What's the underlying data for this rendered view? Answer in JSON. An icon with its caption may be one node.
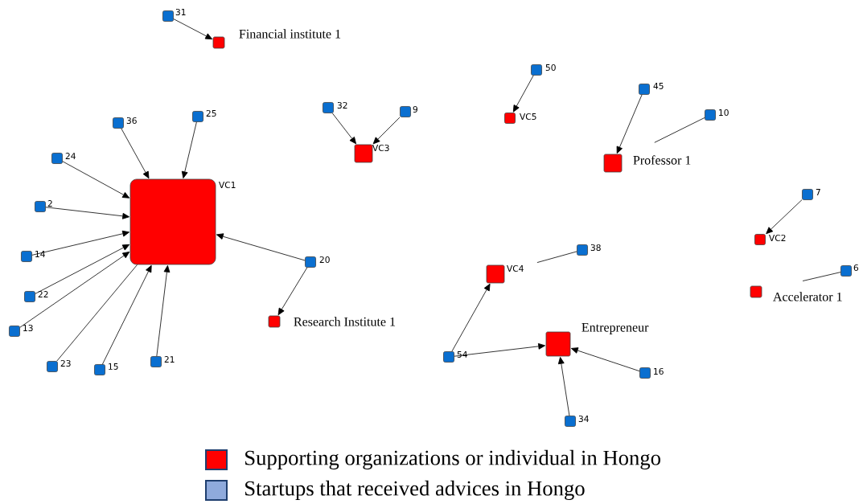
{
  "diagram": {
    "nodes": [
      {
        "text": [
          "31"
        ]
      },
      {
        "text": [
          "Financial institute 1"
        ]
      },
      {
        "text": [
          "50"
        ]
      },
      {
        "text": [
          "45"
        ]
      },
      {
        "text": [
          "32"
        ]
      },
      {
        "text": [
          "9"
        ]
      },
      {
        "text": [
          "10"
        ]
      },
      {
        "text": [
          "VC5"
        ]
      },
      {
        "text": [
          "25"
        ]
      },
      {
        "text": [
          "36"
        ]
      },
      {
        "text": [
          "VC3"
        ]
      },
      {
        "text": [
          "24"
        ]
      },
      {
        "text": [
          "Professor 1"
        ]
      },
      {
        "text": [
          "VC1"
        ]
      },
      {
        "text": [
          "7"
        ]
      },
      {
        "text": [
          "2"
        ]
      },
      {
        "text": [
          "VC2"
        ]
      },
      {
        "text": [
          "38"
        ]
      },
      {
        "text": [
          "14"
        ]
      },
      {
        "text": [
          "20"
        ]
      },
      {
        "text": [
          "6"
        ]
      },
      {
        "text": [
          "VC4"
        ]
      },
      {
        "text": [
          "Accelerator 1"
        ]
      },
      {
        "text": [
          "22"
        ]
      },
      {
        "text": [
          "Research Institute 1"
        ]
      },
      {
        "text": [
          "13"
        ]
      },
      {
        "text": [
          "Entrepreneur"
        ]
      },
      {
        "text": [
          "54"
        ]
      },
      {
        "text": [
          "21"
        ]
      },
      {
        "text": [
          "23"
        ]
      },
      {
        "text": [
          "15"
        ]
      },
      {
        "text": [
          "16"
        ]
      },
      {
        "text": [
          "34"
        ]
      }
    ],
    "edges": [
      {
        "from": 0,
        "to": 1,
        "arrow": "to"
      },
      {
        "from": 2,
        "to": 7,
        "arrow": "to"
      },
      {
        "from": 3,
        "to": 12,
        "arrow": "to"
      },
      {
        "from": 6,
        "to": 12,
        "arrow": "none"
      },
      {
        "from": 4,
        "to": 10,
        "arrow": "to"
      },
      {
        "from": 5,
        "to": 10,
        "arrow": "to"
      },
      {
        "from": 9,
        "to": 13,
        "arrow": "to"
      },
      {
        "from": 8,
        "to": 13,
        "arrow": "to"
      },
      {
        "from": 11,
        "to": 13,
        "arrow": "to"
      },
      {
        "from": 15,
        "to": 13,
        "arrow": "to"
      },
      {
        "from": 18,
        "to": 13,
        "arrow": "to"
      },
      {
        "from": 23,
        "to": 13,
        "arrow": "to"
      },
      {
        "from": 25,
        "to": 13,
        "arrow": "to"
      },
      {
        "from": 29,
        "to": 13,
        "arrow": "none"
      },
      {
        "from": 30,
        "to": 13,
        "arrow": "to"
      },
      {
        "from": 28,
        "to": 13,
        "arrow": "to"
      },
      {
        "from": 19,
        "to": 13,
        "arrow": "to"
      },
      {
        "from": 19,
        "to": 24,
        "arrow": "to"
      },
      {
        "from": 14,
        "to": 16,
        "arrow": "to"
      },
      {
        "from": 17,
        "to": 21,
        "arrow": "none"
      },
      {
        "from": 20,
        "to": 22,
        "arrow": "none"
      },
      {
        "from": 27,
        "to": 21,
        "arrow": "to"
      },
      {
        "from": 27,
        "to": 26,
        "arrow": "to"
      },
      {
        "from": 31,
        "to": 26,
        "arrow": "to"
      },
      {
        "from": 32,
        "to": 26,
        "arrow": "to"
      }
    ],
    "legend": [
      {
        "text": "Supporting organizations or individual in Hongo",
        "color": "#ff0000"
      },
      {
        "text": "Startups that received advices in Hongo",
        "color": "#8faadc"
      }
    ]
  }
}
